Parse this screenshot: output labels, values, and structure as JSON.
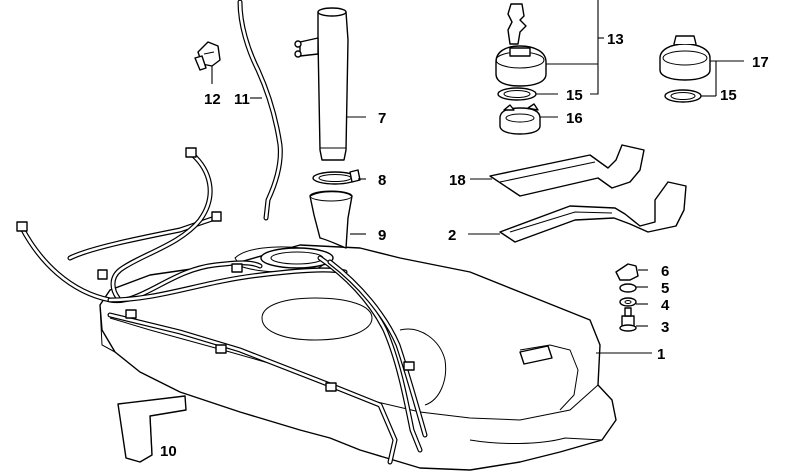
{
  "callouts": {
    "c1": "1",
    "c2": "2",
    "c3": "3",
    "c4": "4",
    "c5": "5",
    "c6": "6",
    "c7": "7",
    "c8": "8",
    "c9": "9",
    "c10": "10",
    "c11": "11",
    "c12": "12",
    "c13": "13",
    "c15a": "15",
    "c15b": "15",
    "c16": "16",
    "c17": "17",
    "c18": "18"
  }
}
